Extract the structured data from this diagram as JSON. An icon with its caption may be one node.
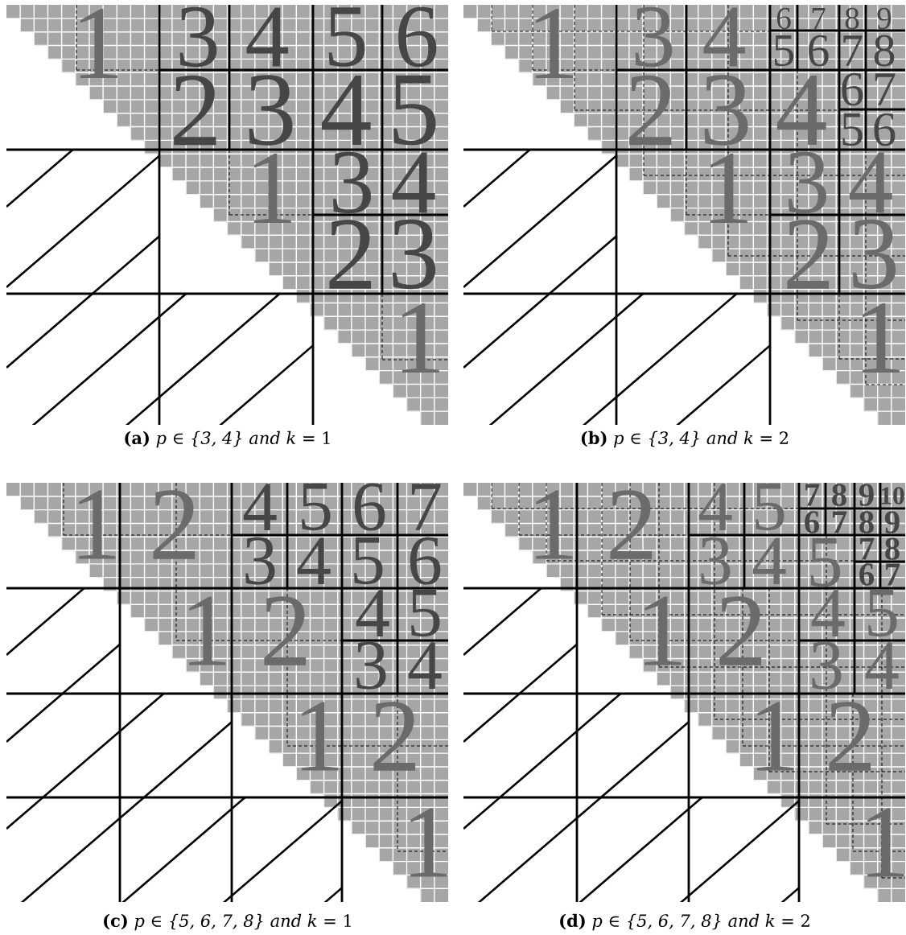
{
  "diagram": {
    "labels": [
      "1",
      "3",
      "4",
      "5",
      "6",
      "2",
      "3",
      "4",
      "5",
      "1",
      "3",
      "4",
      "2",
      "3",
      "1",
      "**(a)** *p* ∈ *{3, 4} and k* = 1",
      "1",
      "3",
      "4",
      "6",
      "7",
      "8",
      "9",
      "5",
      "6",
      "7",
      "8",
      "2",
      "3",
      "4",
      "6",
      "7",
      "5",
      "6",
      "1",
      "3",
      "4",
      "2",
      "3",
      "1",
      "**(b)** *p* ∈ *{3, 4} and k* = 2",
      "1",
      "2",
      "4",
      "5",
      "6",
      "7",
      "3",
      "4",
      "5",
      "6",
      "1",
      "2",
      "4",
      "5",
      "3",
      "4",
      "1",
      "2",
      "1",
      "**(c)** *p* ∈ *{5, 6, 7, 8} and k* = 1",
      "1",
      "2",
      "4",
      "5",
      "7",
      "8",
      "9",
      "10",
      "6",
      "7",
      "8",
      "9",
      "3",
      "4",
      "5",
      "7",
      "8",
      "6",
      "7",
      "1",
      "2",
      "4",
      "5",
      "3",
      "4",
      "1",
      "2",
      "1",
      "**(d)** *p* ∈ *{5, 6, 7, 8} and k* = 2"
    ]
  }
}
